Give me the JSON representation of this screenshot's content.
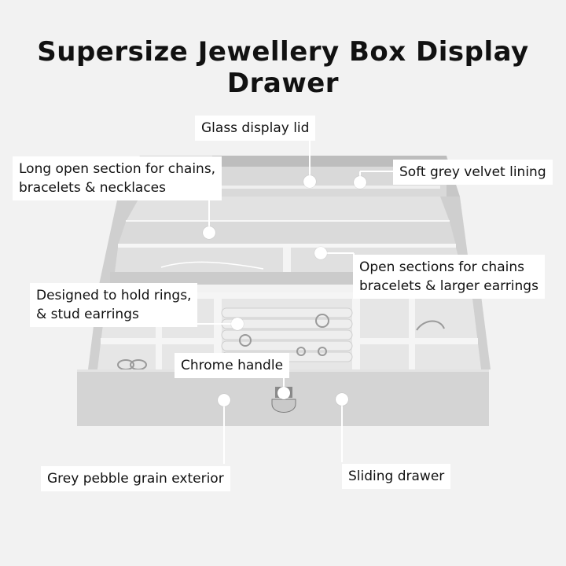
{
  "title": "Supersize Jewellery Box Display Drawer",
  "callouts": {
    "glass_lid": "Glass display lid",
    "long_section_line1": "Long open section for chains,",
    "long_section_line2": "bracelets & necklaces",
    "velvet": "Soft grey velvet lining",
    "open_sections_line1": "Open sections for chains",
    "open_sections_line2": "bracelets & larger earrings",
    "rings_line1": "Designed to hold rings,",
    "rings_line2": "& stud earrings",
    "handle": "Chrome handle",
    "exterior": "Grey pebble grain exterior",
    "drawer": "Sliding drawer"
  },
  "colors": {
    "background": "#f2f2f2",
    "box_grey": "#d6d6d6",
    "velvet_grey": "#e4e4e4",
    "divider": "#f4f4f4",
    "leader": "#ffffff"
  }
}
